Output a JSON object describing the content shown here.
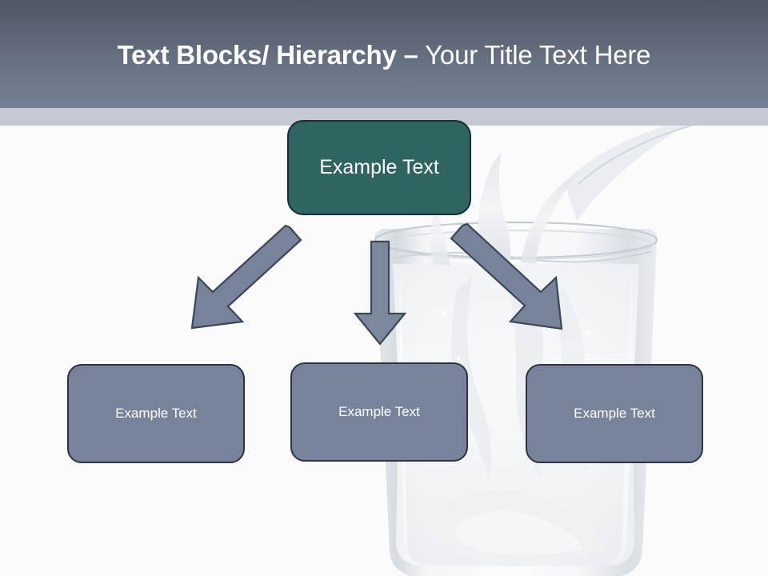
{
  "slide": {
    "title_bold": "Text Blocks/ Hierarchy –",
    "title_light": " Your Title Text Here",
    "background_image": "glass-of-water-splash-photo"
  },
  "colors": {
    "header_gradient_top": "#4f5765",
    "header_gradient_bottom": "#737f92",
    "header_underbar": "#c5c9d3",
    "parent_box_fill": "#2e6561",
    "parent_box_border": "#1e2a33",
    "child_box_fill": "#76839a",
    "child_box_border": "#2d3440",
    "arrow_fill": "#76839a",
    "arrow_border": "#3d4654",
    "text": "#ffffff",
    "slide_background": "#fbfbfb"
  },
  "diagram": {
    "parent": {
      "label": "Example  Text"
    },
    "children": [
      {
        "label": "Example Text"
      },
      {
        "label": "Example Text"
      },
      {
        "label": "Example Text"
      }
    ],
    "connectors": [
      {
        "name": "arrow-down-left",
        "direction": "down-left"
      },
      {
        "name": "arrow-down",
        "direction": "down"
      },
      {
        "name": "arrow-down-right",
        "direction": "down-right"
      }
    ]
  }
}
